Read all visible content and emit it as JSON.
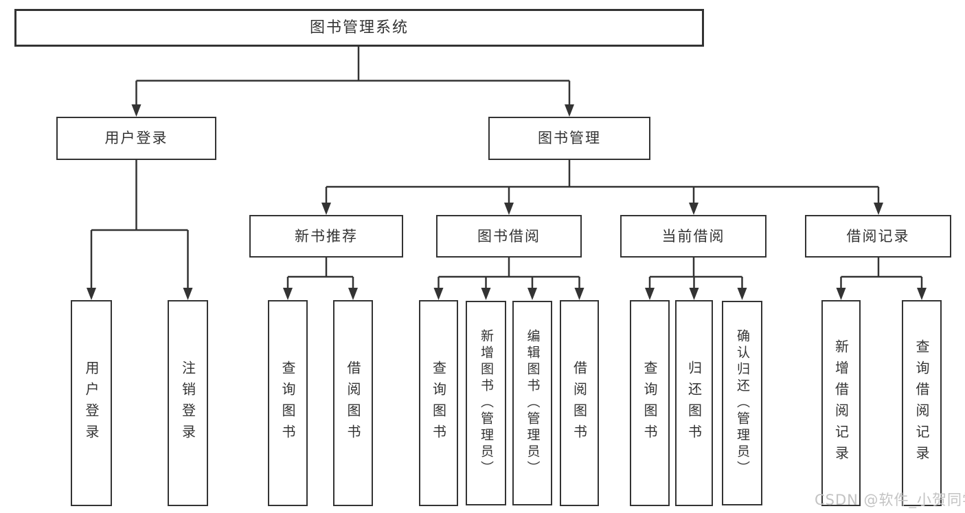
{
  "diagram": {
    "title": "图书管理系统",
    "colors": {
      "line": "#333333",
      "text": "#333333",
      "box_background": "#ffffff",
      "page_background": "#ffffff",
      "watermark": "#c3c3c3"
    },
    "root": {
      "label": "图书管理系统"
    },
    "branches": [
      {
        "label": "用户登录",
        "children": [
          {
            "label": "用户登录"
          },
          {
            "label": "注销登录"
          }
        ]
      },
      {
        "label": "图书管理",
        "children": [
          {
            "label": "新书推荐",
            "children": [
              {
                "label": "查询图书"
              },
              {
                "label": "借阅图书"
              }
            ]
          },
          {
            "label": "图书借阅",
            "children": [
              {
                "label": "查询图书"
              },
              {
                "label": "新增图书（管理员）"
              },
              {
                "label": "编辑图书（管理员）"
              },
              {
                "label": "借阅图书"
              }
            ]
          },
          {
            "label": "当前借阅",
            "children": [
              {
                "label": "查询图书"
              },
              {
                "label": "归还图书"
              },
              {
                "label": "确认归还（管理员）"
              }
            ]
          },
          {
            "label": "借阅记录",
            "children": [
              {
                "label": "新增借阅记录"
              },
              {
                "label": "查询借阅记录"
              }
            ]
          }
        ]
      }
    ],
    "watermark": "CSDN @软件_小贺同学"
  }
}
